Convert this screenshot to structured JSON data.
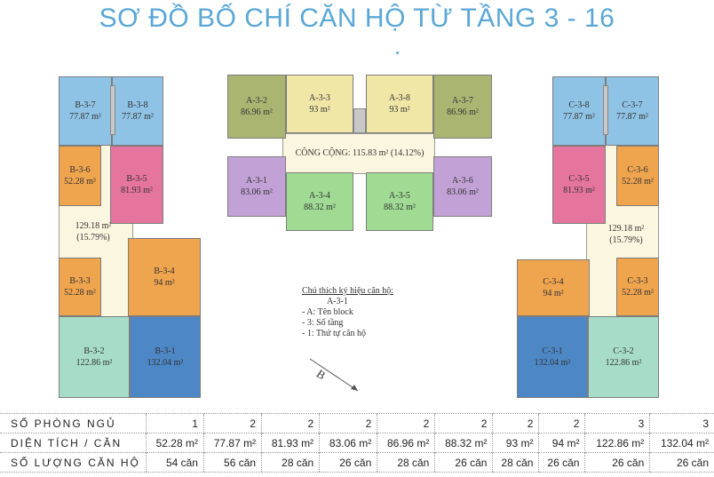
{
  "title": "SƠ ĐỒ BỐ CHÍ CĂN HỘ TỪ TẦNG 3 - 16",
  "area_unit": "m²",
  "block_b": {
    "b37": {
      "code": "B-3-7",
      "area": "77.87"
    },
    "b38": {
      "code": "B-3-8",
      "area": "77.87"
    },
    "b36": {
      "code": "B-3-6",
      "area": "52.28"
    },
    "b35": {
      "code": "B-3-5",
      "area": "81.93"
    },
    "common_area": "129.18 m²",
    "common_pct": "(15.79%)",
    "b33": {
      "code": "B-3-3",
      "area": "52.28"
    },
    "b34": {
      "code": "B-3-4",
      "area": "94"
    },
    "b32": {
      "code": "B-3-2",
      "area": "122.86"
    },
    "b31": {
      "code": "B-3-1",
      "area": "132.04"
    }
  },
  "block_a": {
    "a32": {
      "code": "A-3-2",
      "area": "86.96"
    },
    "a33": {
      "code": "A-3-3",
      "area": "93"
    },
    "a38": {
      "code": "A-3-8",
      "area": "93"
    },
    "a37": {
      "code": "A-3-7",
      "area": "86.96"
    },
    "common": "CÔNG CỘNG: 115.83 m² (14.12%)",
    "a31": {
      "code": "A-3-1",
      "area": "83.06"
    },
    "a34": {
      "code": "A-3-4",
      "area": "88.32"
    },
    "a35": {
      "code": "A-3-5",
      "area": "88.32"
    },
    "a36": {
      "code": "A-3-6",
      "area": "83.06"
    }
  },
  "block_c": {
    "c38": {
      "code": "C-3-8",
      "area": "77.87"
    },
    "c37": {
      "code": "C-3-7",
      "area": "77.87"
    },
    "c35": {
      "code": "C-3-5",
      "area": "81.93"
    },
    "c36": {
      "code": "C-3-6",
      "area": "52.28"
    },
    "common_area": "129.18 m²",
    "common_pct": "(15.79%)",
    "c34": {
      "code": "C-3-4",
      "area": "94"
    },
    "c33": {
      "code": "C-3-3",
      "area": "52.28"
    },
    "c31": {
      "code": "C-3-1",
      "area": "132.04"
    },
    "c32": {
      "code": "C-3-2",
      "area": "122.86"
    }
  },
  "legend": {
    "heading": "Chú thích ký hiệu căn hộ:",
    "example": "A-3-1",
    "line1": "- A: Tên block",
    "line2": "- 3: Số tầng",
    "line3": "- 1: Thứ tự căn hộ"
  },
  "compass_label": "B",
  "table": {
    "rows": [
      {
        "header": "SỐ PHÒNG NGỦ",
        "cells": [
          "1",
          "2",
          "2",
          "2",
          "2",
          "2",
          "2",
          "2",
          "3",
          "3"
        ]
      },
      {
        "header": "DIỆN TÍCH / CĂN",
        "cells": [
          "52.28 m²",
          "77.87 m²",
          "81.93 m²",
          "83.06 m²",
          "86.96 m²",
          "88.32 m²",
          "93 m²",
          "94 m²",
          "122.86 m²",
          "132.04 m²"
        ]
      },
      {
        "header": "SỐ LƯỢNG CĂN HỘ",
        "cells": [
          "54 căn",
          "56 căn",
          "28 căn",
          "26 căn",
          "28 căn",
          "26 căn",
          "28 căn",
          "26 căn",
          "26 căn",
          "26 căn"
        ]
      }
    ]
  }
}
